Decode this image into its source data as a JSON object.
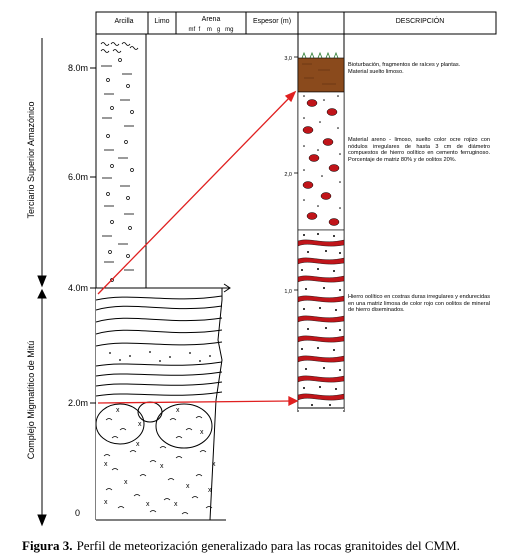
{
  "header": {
    "arcilla": "Arcilla",
    "limo": "Limo",
    "arena": "Arena",
    "arena_sub": "mf  f    m   g   mg",
    "espesor": "Espesor (m)",
    "descripcion": "DESCRIPCIÓN"
  },
  "depth_ticks": [
    "8.0m",
    "6.0m",
    "4.0m",
    "2.0m",
    "0"
  ],
  "thickness_ticks": [
    "3,0",
    "2,0",
    "1,0"
  ],
  "units": {
    "upper": "Terciario Superior Amazónico",
    "lower": "Complejo Migmatítico de Mitú"
  },
  "descriptions": {
    "soil": "Bioturbación, fragmentos de raíces y plantas. Material suelto limoso.",
    "middle": "Material areno - limoso, suelto color ocre rojizo con nódulos irregulares de hasta 3 cm de diámetro compuestos de hierro oolítico en cemento ferruginoso. Porcentaje de matriz 80%  y de oolitos 20%.",
    "lower": "Hierro oolítico en costras duras irregulares y endurecidas en una matriz limosa de color rojo con oolitos de mineral de hierro diseminados."
  },
  "caption": {
    "label": "Figura 3.",
    "text": "Perfil de meteorización generalizado para las rocas granitoides del CMM."
  },
  "colors": {
    "arrow_red": "#e02020",
    "soil_brown": "#8a4a1c",
    "nodule_red": "#c0151a",
    "grass_green": "#2e7d32"
  }
}
